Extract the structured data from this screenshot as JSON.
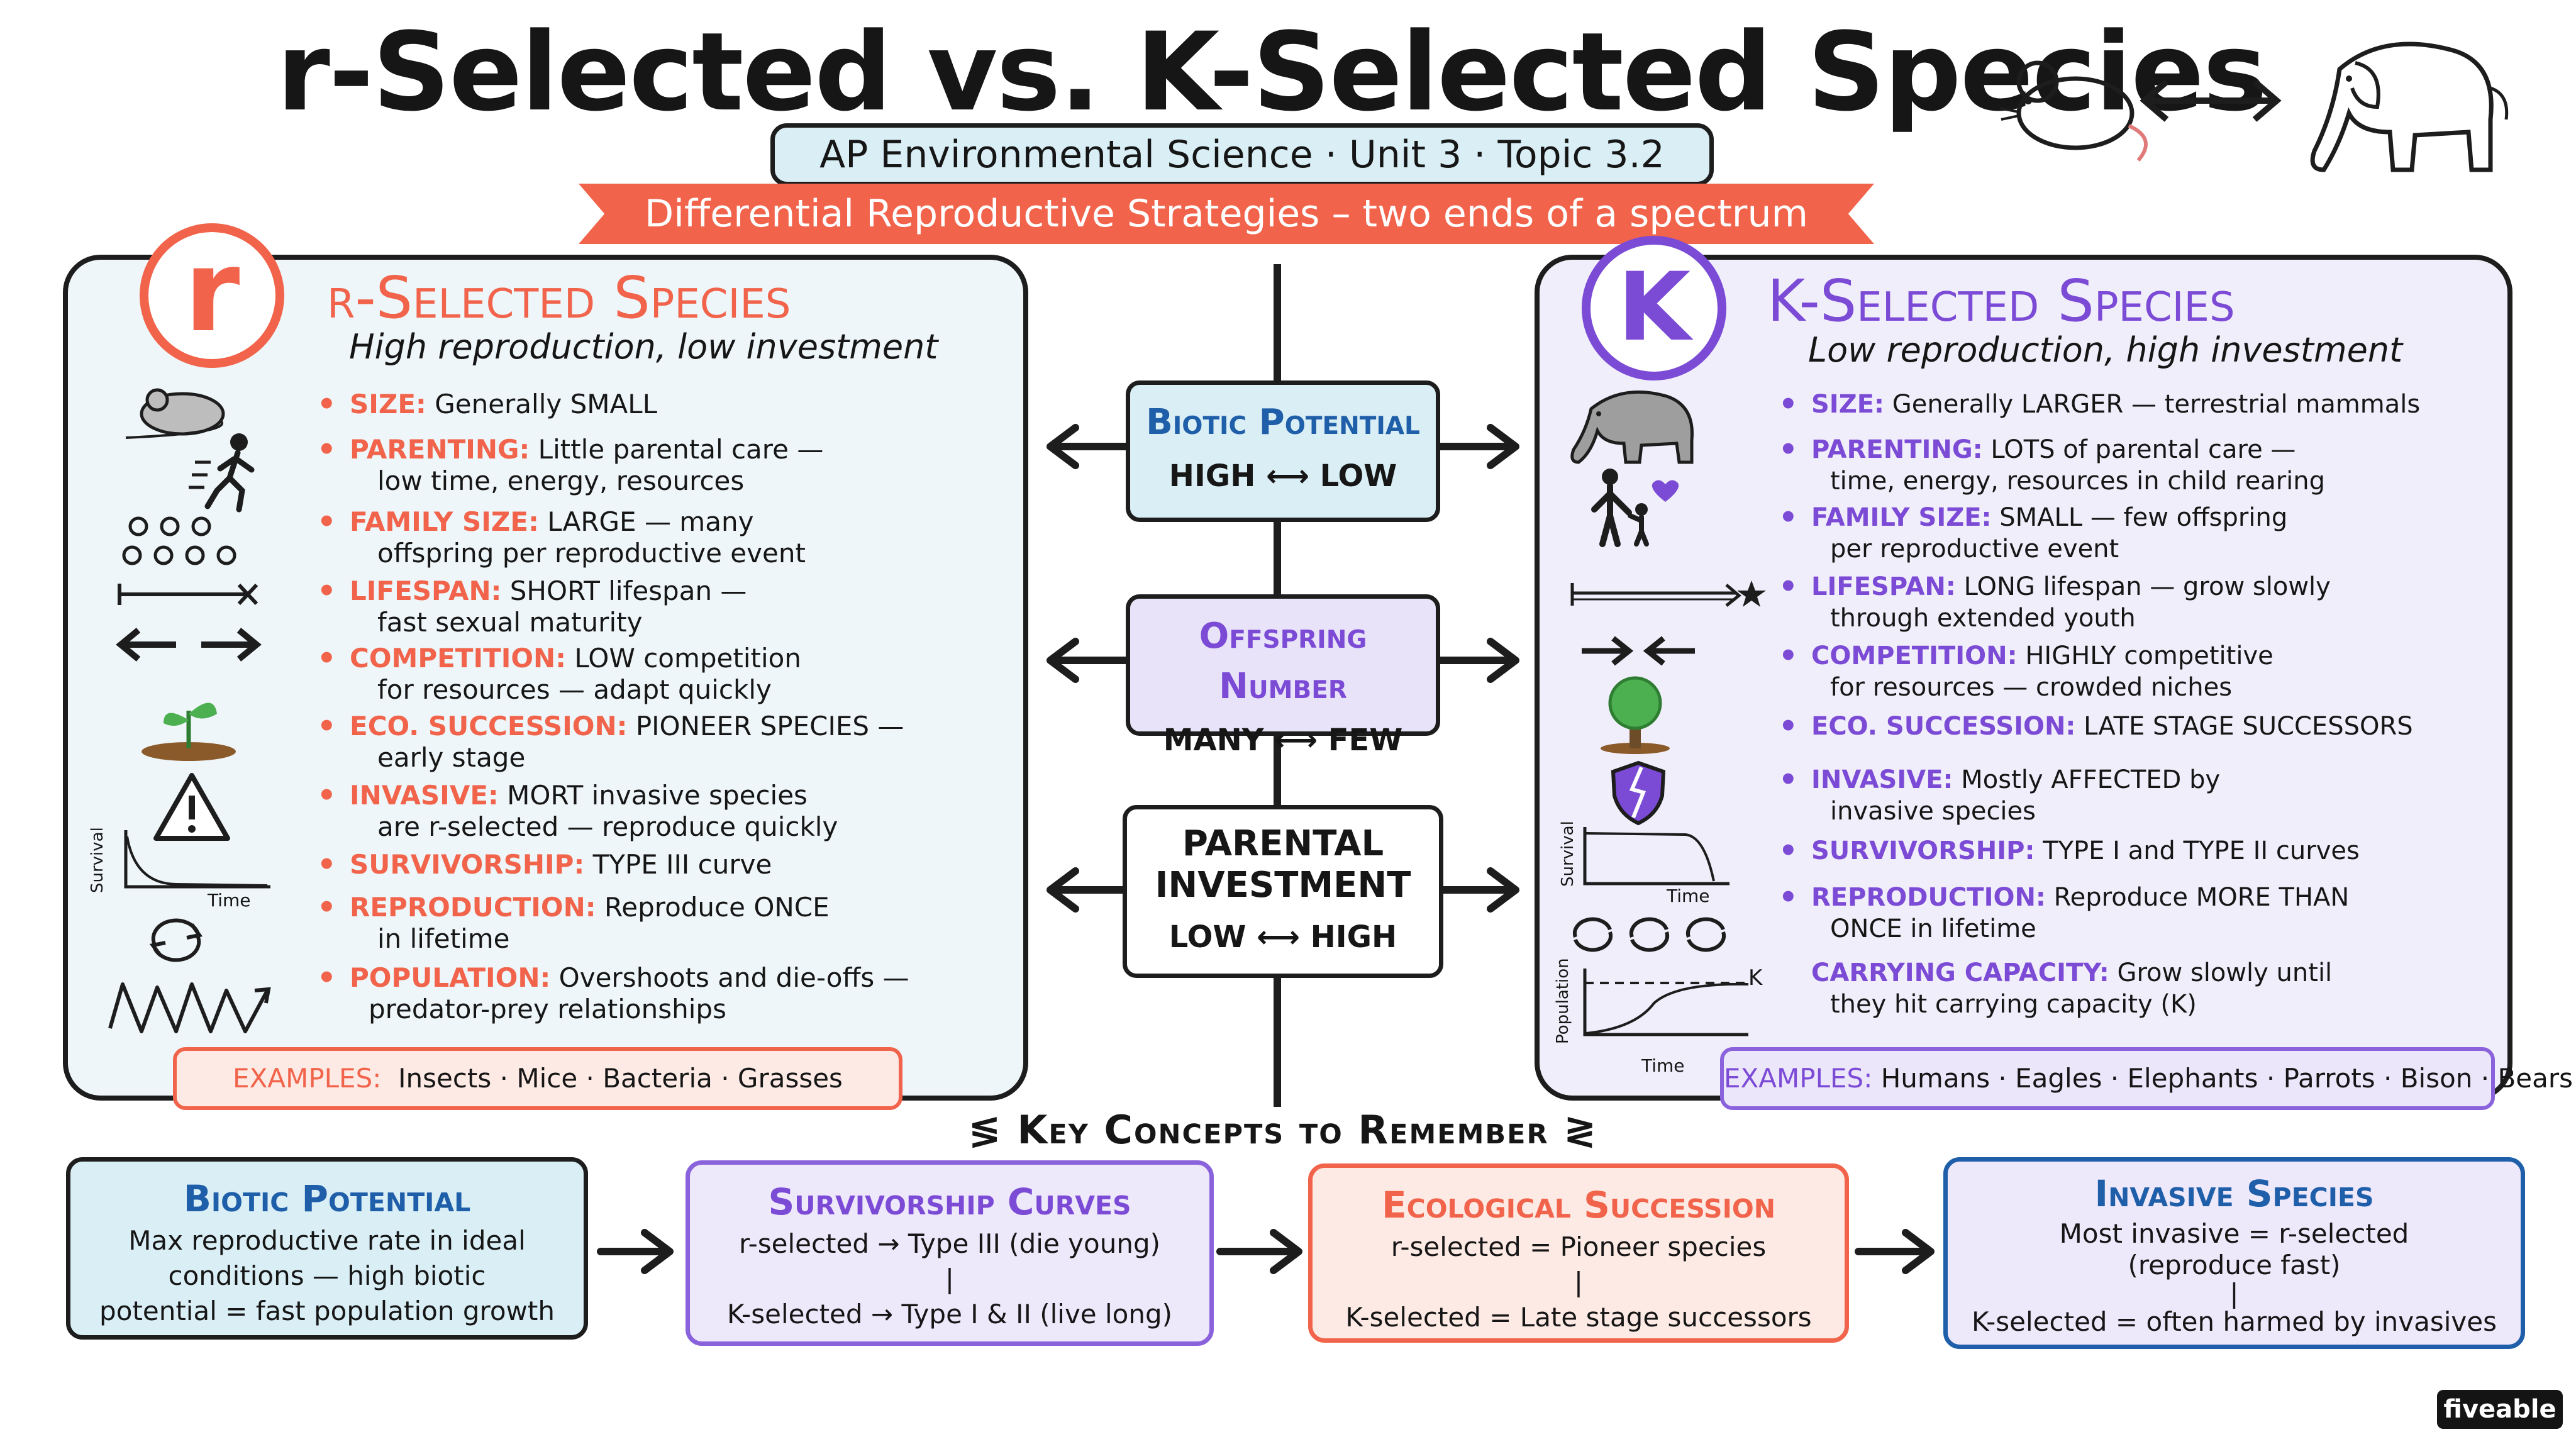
{
  "header": {
    "title": "r-Selected vs. K-Selected Species",
    "subtitle": "AP Environmental Science · Unit 3 · Topic 3.2",
    "banner": "Differential Reproductive Strategies – two ends of a spectrum"
  },
  "r_panel": {
    "badge": "r",
    "heading": "r-Selected Species",
    "tagline": "High reproduction, low investment",
    "items": [
      {
        "label": "SIZE:",
        "text1": "Generally SMALL",
        "text2": ""
      },
      {
        "label": "PARENTING:",
        "text1": "Little parental care —",
        "text2": "low time, energy, resources"
      },
      {
        "label": "FAMILY SIZE:",
        "text1": "LARGE — many",
        "text2": "offspring per reproductive event"
      },
      {
        "label": "LIFESPAN:",
        "text1": "SHORT lifespan —",
        "text2": "fast sexual maturity"
      },
      {
        "label": "COMPETITION:",
        "text1": "LOW competition",
        "text2": "for resources — adapt quickly"
      },
      {
        "label": "ECO. SUCCESSION:",
        "text1": "PIONEER SPECIES —",
        "text2": "early stage"
      },
      {
        "label": "INVASIVE:",
        "text1": "MORT invasive species",
        "text2": "are r-selected — reproduce quickly"
      },
      {
        "label": "SURVIVORSHIP:",
        "text1": "TYPE III curve",
        "text2": ""
      },
      {
        "label": "REPRODUCTION:",
        "text1": "Reproduce ONCE",
        "text2": "in lifetime"
      },
      {
        "label": "POPULATION:",
        "text1": "Overshoots and die-offs —",
        "text2": "predator-prey relationships"
      }
    ],
    "graph_y": "Survival",
    "graph_x": "Time",
    "examples_label": "EXAMPLES:",
    "examples_text": "Insects · Mice · Bacteria · Grasses"
  },
  "k_panel": {
    "badge": "K",
    "heading": "K-Selected Species",
    "tagline": "Low reproduction, high investment",
    "items": [
      {
        "label": "SIZE:",
        "text1": "Generally LARGER — terrestrial mammals",
        "text2": ""
      },
      {
        "label": "PARENTING:",
        "text1": "LOTS of parental care —",
        "text2": "time, energy, resources in child rearing"
      },
      {
        "label": "FAMILY SIZE:",
        "text1": "SMALL — few offspring",
        "text2": "per reproductive event"
      },
      {
        "label": "LIFESPAN:",
        "text1": "LONG lifespan — grow slowly",
        "text2": "through extended youth"
      },
      {
        "label": "COMPETITION:",
        "text1": "HIGHLY competitive",
        "text2": "for resources — crowded niches"
      },
      {
        "label": "ECO. SUCCESSION:",
        "text1": "LATE STAGE SUCCESSORS",
        "text2": ""
      },
      {
        "label": "INVASIVE:",
        "text1": "Mostly AFFECTED by",
        "text2": "invasive species"
      },
      {
        "label": "SURVIVORSHIP:",
        "text1": "TYPE I and TYPE II curves",
        "text2": ""
      },
      {
        "label": "REPRODUCTION:",
        "text1": "Reproduce MORE THAN",
        "text2": "ONCE in lifetime"
      },
      {
        "label": "CARRYING CAPACITY:",
        "text1": "Grow slowly until",
        "text2": "they hit carrying capacity (K)"
      }
    ],
    "graph_y": "Survival",
    "graph_x": "Time",
    "pop_y": "Population",
    "pop_x": "Time",
    "pop_k": "K",
    "examples_label": "EXAMPLES:",
    "examples_text": "Humans · Eagles · Elephants · Parrots · Bison · Bears"
  },
  "center": {
    "boxes": [
      {
        "title": "Biotic Potential",
        "left": "HIGH",
        "right": "LOW"
      },
      {
        "title": "Offspring Number",
        "left": "MANY",
        "right": "FEW"
      },
      {
        "title1": "PARENTAL",
        "title2": "INVESTMENT",
        "left": "LOW",
        "right": "HIGH"
      }
    ]
  },
  "key_concepts": {
    "title": "Key Concepts to Remember",
    "boxes": [
      {
        "title": "Biotic Potential",
        "lines": [
          "Max reproductive rate in ideal",
          "conditions — high biotic",
          "potential = fast population growth"
        ]
      },
      {
        "title": "Survivorship Curves",
        "lines": [
          "r-selected → Type III (die young)",
          "|",
          "K-selected → Type I & II (live long)"
        ]
      },
      {
        "title": "Ecological Succession",
        "lines": [
          "r-selected = Pioneer species",
          "|",
          "K-selected = Late stage successors"
        ]
      },
      {
        "title": "Invasive Species",
        "lines": [
          "Most invasive = r-selected",
          "(reproduce fast)",
          "|",
          "K-selected = often harmed by invasives"
        ]
      }
    ]
  },
  "logo": "fiveable",
  "colors": {
    "r": "#f1634a",
    "k": "#7b4bd6",
    "r_bg": "#eef6f9",
    "k_bg": "#f1eefb",
    "blue_box": "#d9eef5"
  }
}
